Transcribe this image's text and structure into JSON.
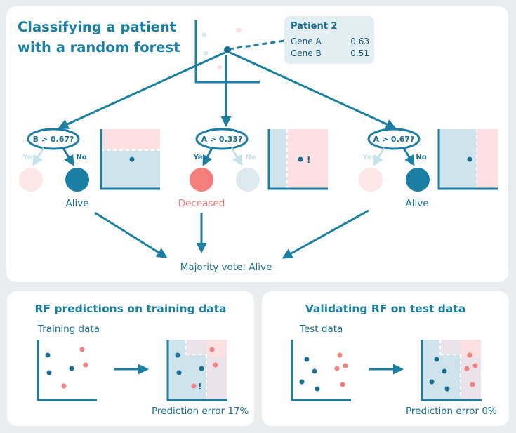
{
  "title": "Classifying a patient\nwith a random forest",
  "patient": {
    "name": "Patient 2",
    "genes": [
      {
        "label": "Gene A",
        "value": "0.63"
      },
      {
        "label": "Gene B",
        "value": "0.51"
      }
    ]
  },
  "trees": [
    {
      "question": "B > 0.67?",
      "yes": "Yes",
      "no": "No",
      "result": "Alive"
    },
    {
      "question": "A > 0.33?",
      "yes": "Yes",
      "no": "No",
      "result": "Deceased"
    },
    {
      "question": "A > 0.67?",
      "yes": "Yes",
      "no": "No",
      "result": "Alive"
    }
  ],
  "majority_vote": "Majority vote: Alive",
  "training": {
    "title": "RF predictions on training data",
    "data_label": "Training data",
    "error": "Prediction error 17%"
  },
  "testing": {
    "title": "Validating RF on test data",
    "data_label": "Test data",
    "error": "Prediction error 0%"
  },
  "colors": {
    "teal": "#1b7ea3",
    "salmon": "#f07b78",
    "blue_region": "#cfe3ec",
    "pink_region": "#fde0e1"
  }
}
